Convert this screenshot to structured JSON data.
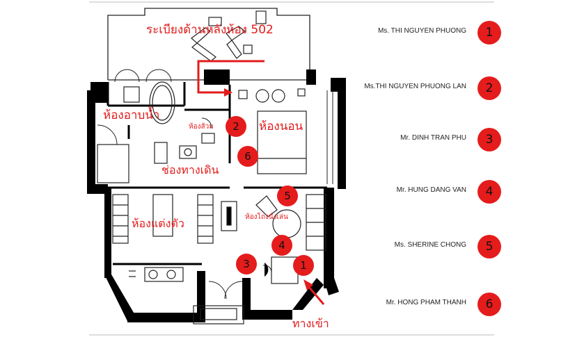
{
  "labels": {
    "balcony": "ระเบียงด้านหลังห้อง 502",
    "bathroom": "ห้องอาบน้ำ",
    "toilet": "ห้องส้วม",
    "bedroom": "ห้องนอน",
    "corridor": "ช่องทางเดิน",
    "dressing": "ห้องแต่งตัว",
    "living": "ห้องโถงนั่งเล่น",
    "entrance": "ทางเข้า"
  },
  "markers": [
    "2",
    "6",
    "5",
    "4",
    "3",
    "1"
  ],
  "legend": [
    {
      "number": "1",
      "name": "Ms. THI NGUYEN PHUONG"
    },
    {
      "number": "2",
      "name": "Ms.THI NGUYEN PHUONG LAN"
    },
    {
      "number": "3",
      "name": "Mr. DINH TRAN PHU"
    },
    {
      "number": "4",
      "name": "Mr. HUNG DANG VAN"
    },
    {
      "number": "5",
      "name": "Ms. SHERINE CHONG"
    },
    {
      "number": "6",
      "name": "Mr. HONG PHAM THANH"
    }
  ],
  "colors": {
    "accent": "#e51c1c",
    "wall": "#000000"
  }
}
